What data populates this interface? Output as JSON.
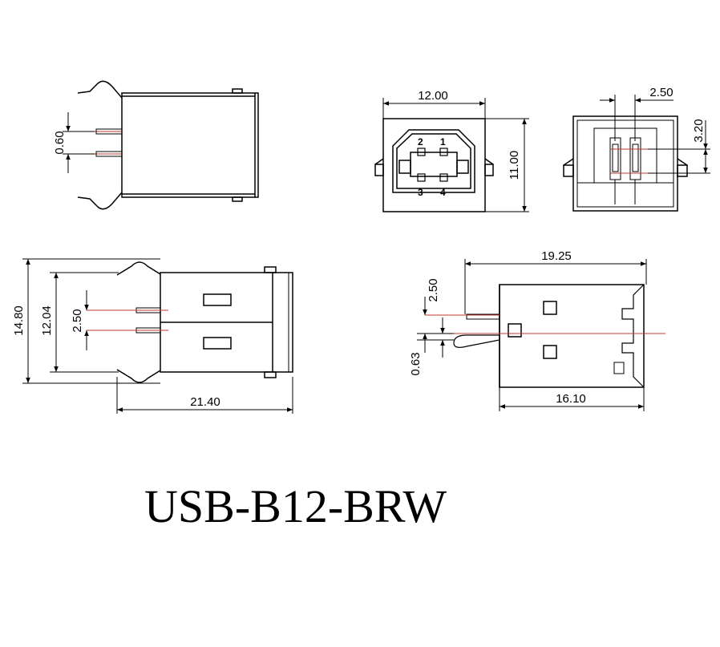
{
  "title": "USB-B12-BRW",
  "views": {
    "side_top": {
      "dims": {
        "pin_pitch": "0.60"
      }
    },
    "front": {
      "dims": {
        "width": "12.00",
        "height": "11.00"
      },
      "pins": [
        "2",
        "1",
        "3",
        "4"
      ]
    },
    "rear": {
      "dims": {
        "pin_pitch": "2.50",
        "offset": "3.20"
      }
    },
    "bottom": {
      "dims": {
        "overall_height": "14.80",
        "pin_span": "12.04",
        "pin_pitch": "2.50",
        "length": "21.40"
      }
    },
    "side": {
      "dims": {
        "overall_length": "19.25",
        "pin_offset": "2.50",
        "pin_thickness": "0.63",
        "body_length": "16.10"
      }
    }
  },
  "colors": {
    "line": "#000000",
    "accent": "#c0392b"
  }
}
